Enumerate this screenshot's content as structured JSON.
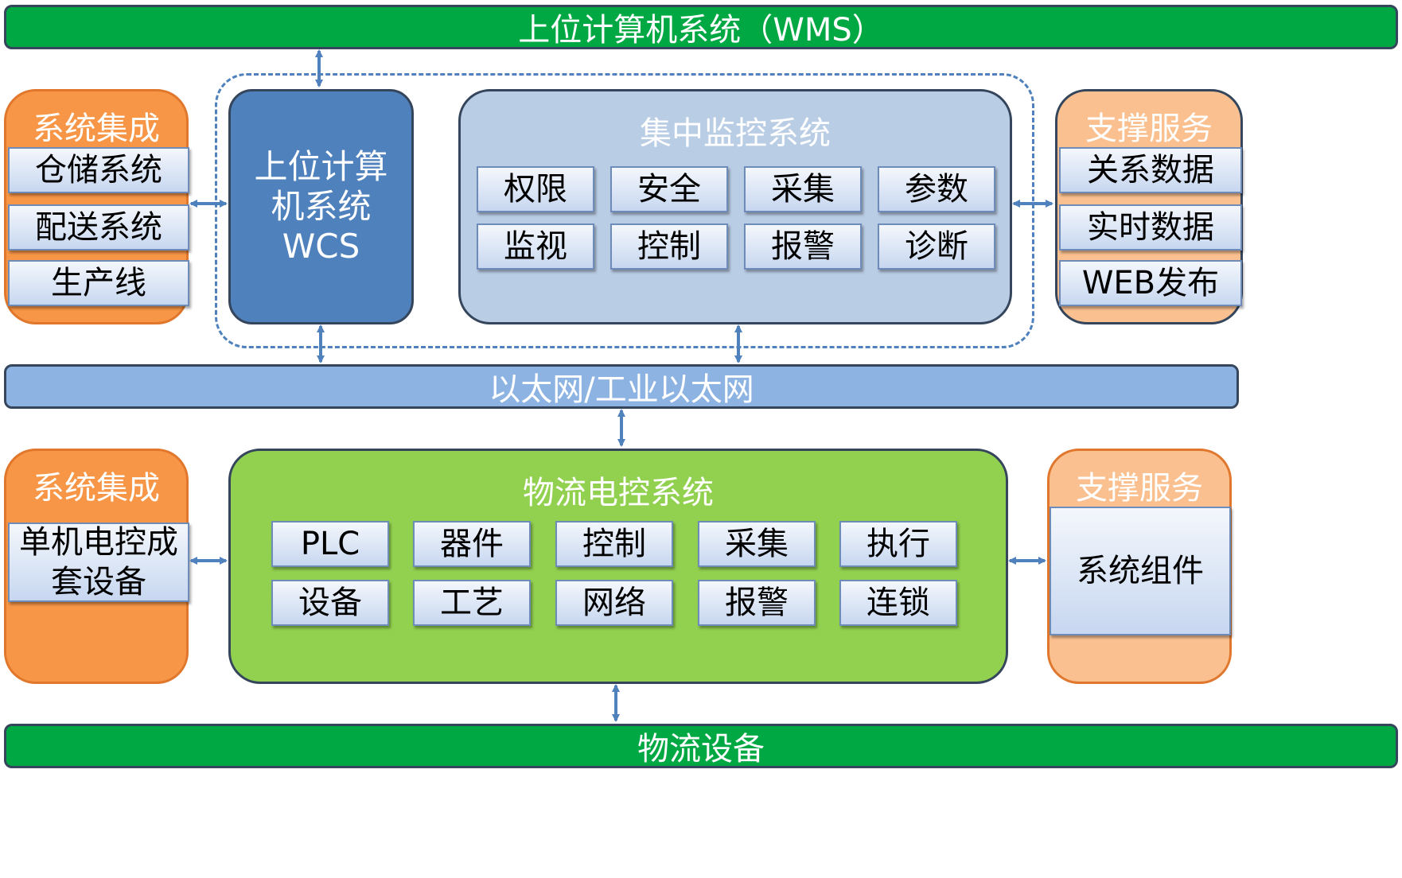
{
  "top_bar": {
    "label": "上位计算机系统（WMS）"
  },
  "upper_left": {
    "title": "系统集成",
    "items": [
      "仓储系统",
      "配送系统",
      "生产线"
    ]
  },
  "wcs": {
    "line1": "上位计算",
    "line2": "机系统",
    "line3": "WCS"
  },
  "central": {
    "title": "集中监控系统",
    "items": [
      "权限",
      "安全",
      "采集",
      "参数",
      "监视",
      "控制",
      "报警",
      "诊断"
    ]
  },
  "upper_right": {
    "title": "支撑服务",
    "items": [
      "关系数据",
      "实时数据",
      "WEB发布"
    ]
  },
  "ethernet": {
    "label": "以太网/工业以太网"
  },
  "lower_left": {
    "title": "系统集成",
    "item_line1": "单机电控成",
    "item_line2": "套设备"
  },
  "logistics": {
    "title": "物流电控系统",
    "items": [
      "PLC",
      "器件",
      "控制",
      "采集",
      "执行",
      "设备",
      "工艺",
      "网络",
      "报警",
      "连锁"
    ]
  },
  "lower_right": {
    "title": "支撑服务",
    "item": "系统组件"
  },
  "bottom_bar": {
    "label": "物流设备"
  },
  "colors": {
    "green_bar": "#00a843",
    "ethernet": "#8db3e2",
    "orange": "#f79646",
    "peach": "#fac090",
    "wcs_blue": "#4f81bd",
    "central_blue": "#b9cde5",
    "logistics_green": "#92d050",
    "arrow": "#4f81bd"
  }
}
